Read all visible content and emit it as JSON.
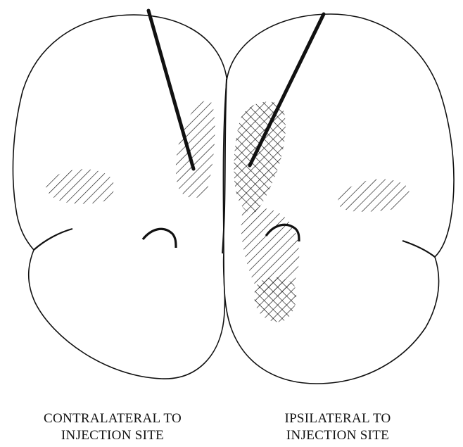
{
  "labels": {
    "left_line1": "CONTRALATERAL TO",
    "left_line2": "INJECTION SITE",
    "right_line1": "IPSILATERAL TO",
    "right_line2": "INJECTION SITE"
  },
  "colors": {
    "ink": "#111111",
    "background": "#ffffff"
  }
}
